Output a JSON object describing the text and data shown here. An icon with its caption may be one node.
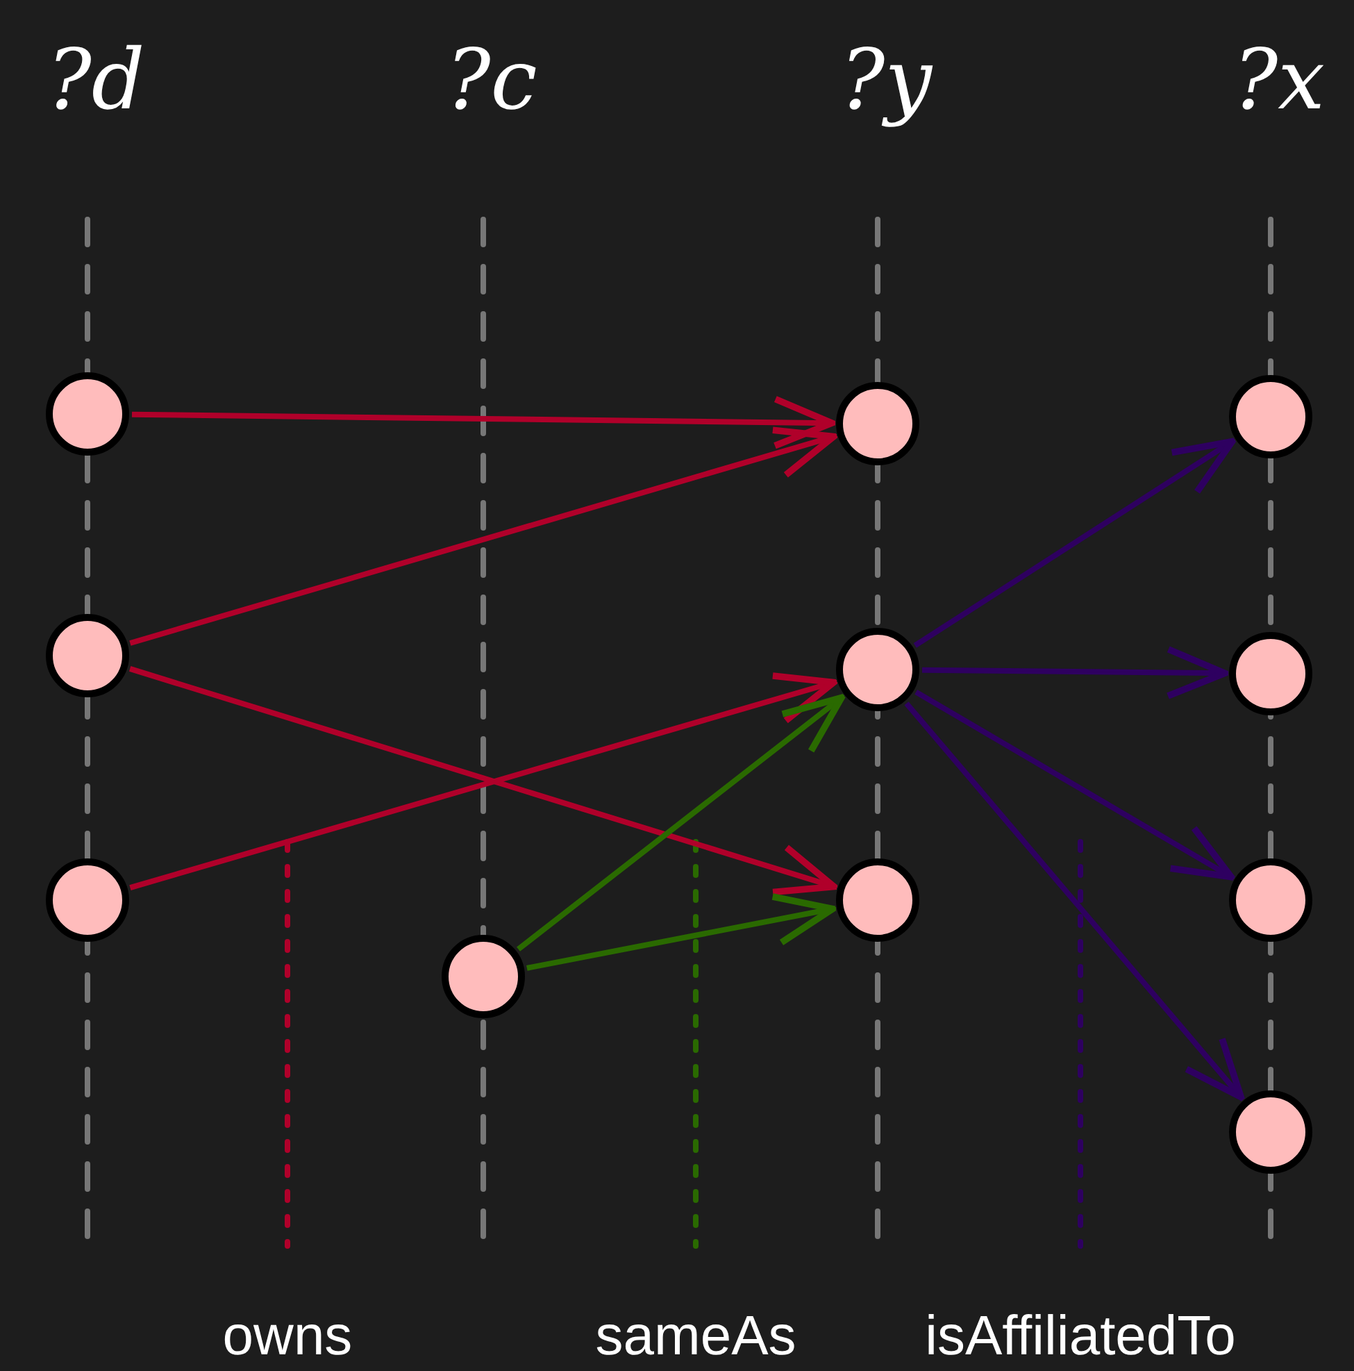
{
  "diagram": {
    "nodes": [
      {
        "text": [],
        "shape": "circle"
      },
      {
        "text": [],
        "shape": "circle"
      },
      {
        "text": [],
        "shape": "circle"
      },
      {
        "text": [],
        "shape": "circle"
      },
      {
        "text": [],
        "shape": "circle"
      },
      {
        "text": [],
        "shape": "circle"
      },
      {
        "text": [],
        "shape": "circle"
      },
      {
        "text": [],
        "shape": "circle"
      },
      {
        "text": [],
        "shape": "circle"
      },
      {
        "text": [],
        "shape": "circle"
      },
      {
        "text": [],
        "shape": "circle"
      }
    ],
    "edges": [
      {
        "from": 0,
        "to": 4,
        "arrow": "to",
        "color": "#b0002a"
      },
      {
        "from": 1,
        "to": 4,
        "arrow": "to",
        "color": "#b0002a"
      },
      {
        "from": 1,
        "to": 6,
        "arrow": "to",
        "color": "#b0002a"
      },
      {
        "from": 2,
        "to": 5,
        "arrow": "to",
        "color": "#b0002a"
      },
      {
        "from": 3,
        "to": 5,
        "arrow": "to",
        "color": "#2a6a00"
      },
      {
        "from": 3,
        "to": 6,
        "arrow": "to",
        "color": "#2a6a00"
      },
      {
        "from": 5,
        "to": 7,
        "arrow": "to",
        "color": "#2e0060"
      },
      {
        "from": 5,
        "to": 8,
        "arrow": "to",
        "color": "#2e0060"
      },
      {
        "from": 5,
        "to": 9,
        "arrow": "to",
        "color": "#2e0060"
      },
      {
        "from": 5,
        "to": 10,
        "arrow": "to",
        "color": "#2e0060"
      }
    ],
    "labels": [
      "?d",
      "?c",
      "?y",
      "?x"
    ],
    "legend": [
      {
        "text": "owns"
      },
      {
        "text": "sameAs"
      },
      {
        "text": "isAffiliatedTo"
      }
    ]
  }
}
